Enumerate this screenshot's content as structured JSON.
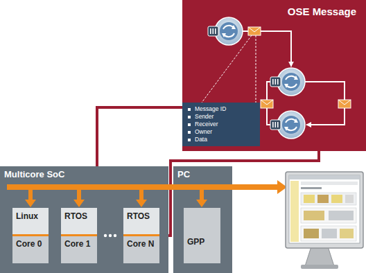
{
  "diagram": {
    "nodes": [
      {
        "text": [
          "OSE Message"
        ]
      },
      {
        "text": [
          "Message ID",
          "Sender",
          "Receiver",
          "Owner",
          "Data"
        ],
        "in": 0
      },
      {
        "text": [
          "Multicore SoC"
        ]
      },
      {
        "text": [
          "Linux",
          "Core 0"
        ],
        "in": 2
      },
      {
        "text": [
          "RTOS",
          "Core 1"
        ],
        "in": 2
      },
      {
        "text": [
          "RTOS",
          "Core N"
        ],
        "in": 2
      },
      {
        "text": [
          "PC"
        ]
      },
      {
        "text": [
          "GPP"
        ],
        "in": 6
      }
    ],
    "edges": [
      {
        "from": 0,
        "to": 2,
        "arrow": "none"
      },
      {
        "from": 0,
        "to": 5,
        "arrow": "to"
      }
    ]
  }
}
